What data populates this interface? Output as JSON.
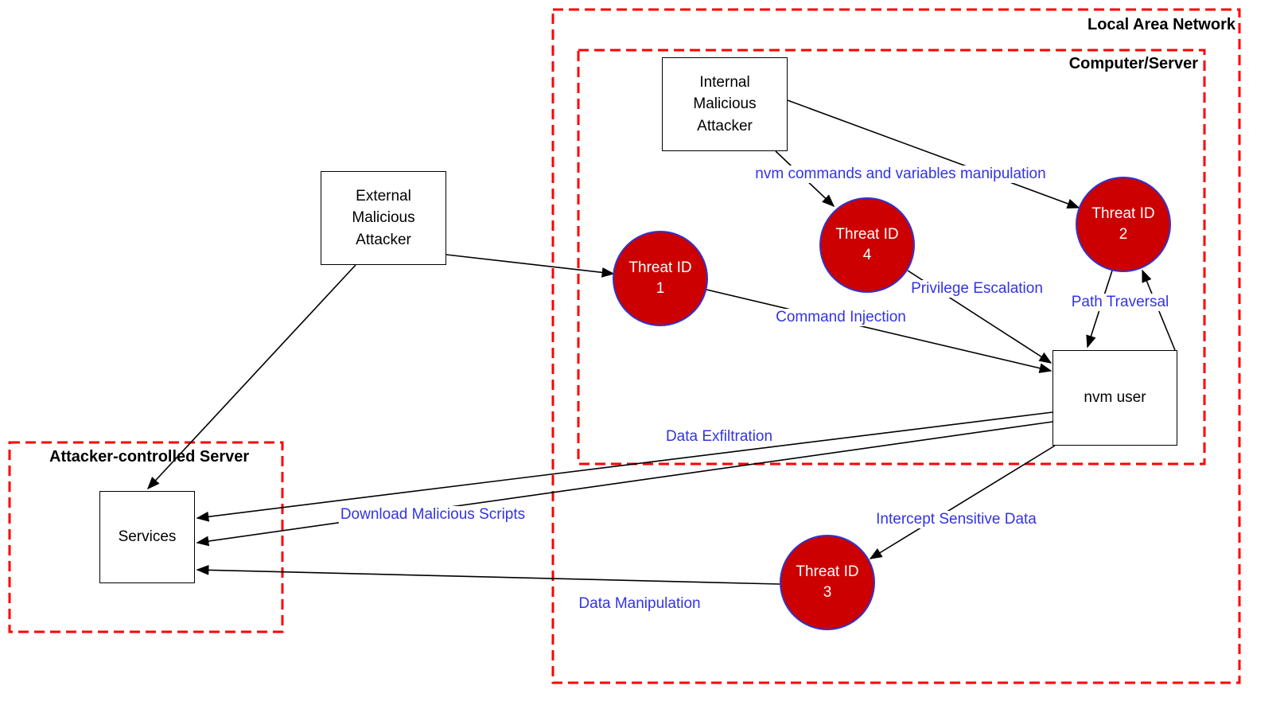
{
  "boundaries": {
    "lan": {
      "label": "Local Area Network"
    },
    "computer": {
      "label": "Computer/Server"
    },
    "attacker_server": {
      "label": "Attacker-controlled Server"
    }
  },
  "nodes": {
    "internal_attacker": {
      "label": "Internal Malicious Attacker"
    },
    "external_attacker": {
      "label": "External Malicious Attacker"
    },
    "services": {
      "label": "Services"
    },
    "nvm_user": {
      "label": "nvm user"
    }
  },
  "threats": {
    "t1": {
      "name": "Threat ID",
      "id": "1"
    },
    "t2": {
      "name": "Threat ID",
      "id": "2"
    },
    "t3": {
      "name": "Threat ID",
      "id": "3"
    },
    "t4": {
      "name": "Threat ID",
      "id": "4"
    }
  },
  "flows": {
    "nvm_commands": {
      "label": "nvm commands and variables manipulation"
    },
    "privilege_escalation": {
      "label": "Privilege Escalation"
    },
    "path_traversal": {
      "label": "Path Traversal"
    },
    "command_injection": {
      "label": "Command Injection"
    },
    "data_exfiltration": {
      "label": "Data Exfiltration"
    },
    "download_malicious_scripts": {
      "label": "Download Malicious Scripts"
    },
    "intercept_sensitive_data": {
      "label": "Intercept Sensitive Data"
    },
    "data_manipulation": {
      "label": "Data Manipulation"
    }
  },
  "colors": {
    "boundary": "#ff0000",
    "threat_fill": "#cc0000",
    "threat_border": "#3333cc",
    "flow_label": "#3333e6",
    "connector": "#000000"
  }
}
